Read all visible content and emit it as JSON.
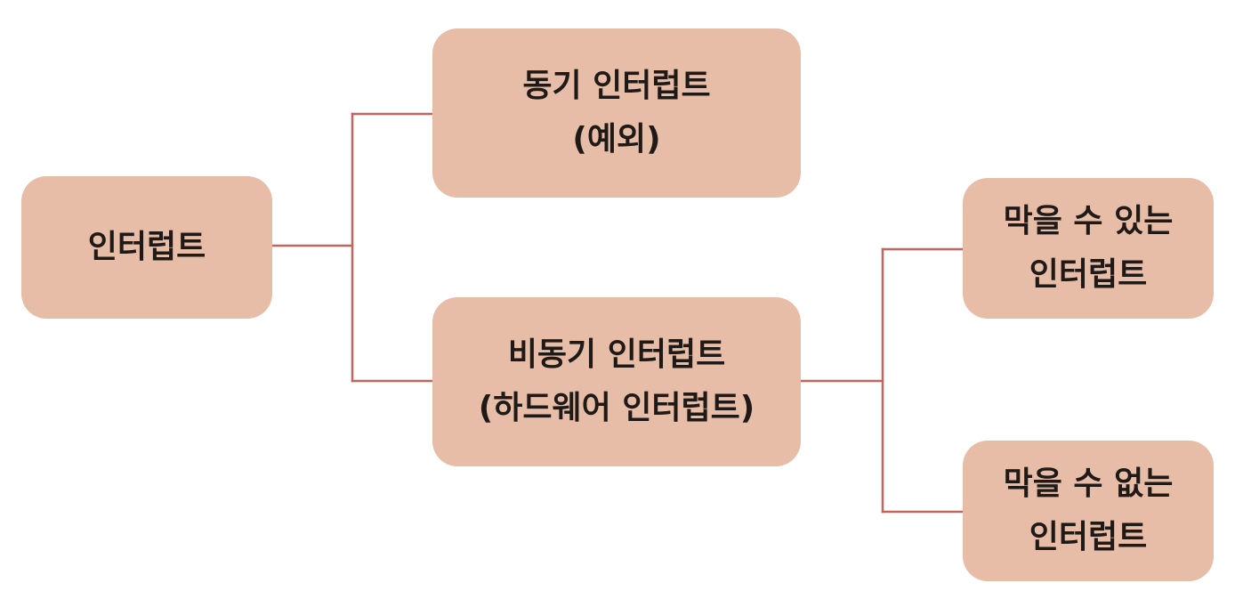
{
  "diagram": {
    "root": {
      "label": "인터럽트"
    },
    "sync": {
      "line1": "동기 인터럽트",
      "line2": "(예외)"
    },
    "async": {
      "line1": "비동기 인터럽트",
      "line2": "(하드웨어 인터럽트)"
    },
    "maskable": {
      "line1": "막을 수 있는",
      "line2": "인터럽트"
    },
    "non_maskable": {
      "line1": "막을 수 없는",
      "line2": "인터럽트"
    }
  },
  "colors": {
    "node_fill": "#e8bda8",
    "connector": "#c0665e",
    "text": "#1f1a18"
  }
}
